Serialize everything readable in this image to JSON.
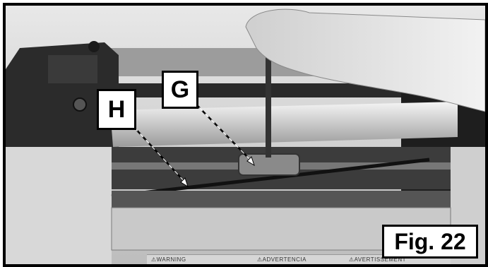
{
  "callouts": {
    "g": "G",
    "h": "H"
  },
  "figure_label": "Fig. 22",
  "warning_labels": [
    "⚠WARNING",
    "⚠ADVERTENCIA",
    "⚠AVERTISSEMENT"
  ],
  "colors": {
    "frame": "#000000",
    "callout_bg": "#ffffff"
  }
}
